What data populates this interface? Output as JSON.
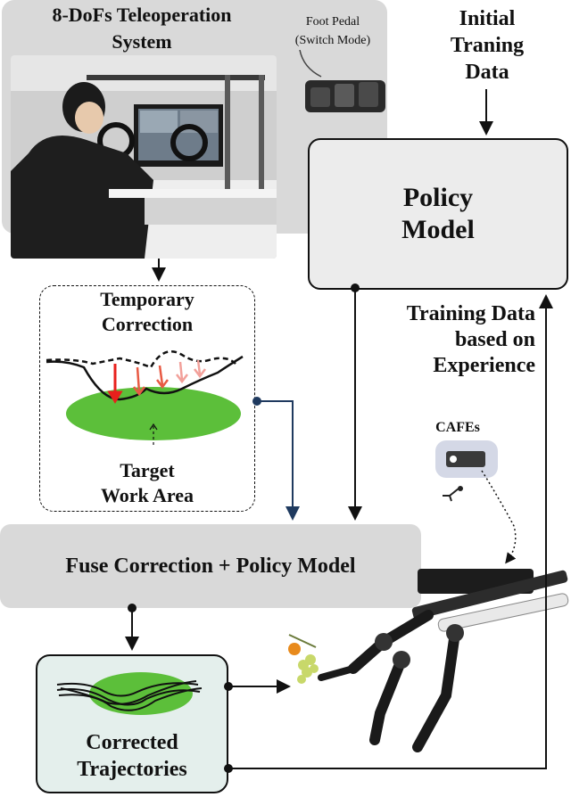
{
  "teleop": {
    "title_line1": "8-DoFs Teleoperation",
    "title_line2": "System",
    "pedal_line1": "Foot Pedal",
    "pedal_line2": "(Switch Mode)"
  },
  "initial_data": {
    "line1": "Initial",
    "line2": "Traning",
    "line3": "Data"
  },
  "policy": {
    "line1": "Policy",
    "line2": "Model"
  },
  "correction": {
    "line1": "Temporary",
    "line2": "Correction",
    "target_line1": "Target",
    "target_line2": "Work Area"
  },
  "training_experience": {
    "line1": "Training Data",
    "line2": "based on",
    "line3": "Experience"
  },
  "cafes": {
    "label": "CAFEs"
  },
  "fuse": {
    "label": "Fuse Correction + Policy Model"
  },
  "corrected": {
    "line1": "Corrected",
    "line2": "Trajectories"
  },
  "colors": {
    "gray_box": "#d9d9d9",
    "green": "#5cbf3a",
    "corrected_bg": "#e4efec",
    "navy": "#1f3a5f",
    "red": "#e8201c"
  }
}
